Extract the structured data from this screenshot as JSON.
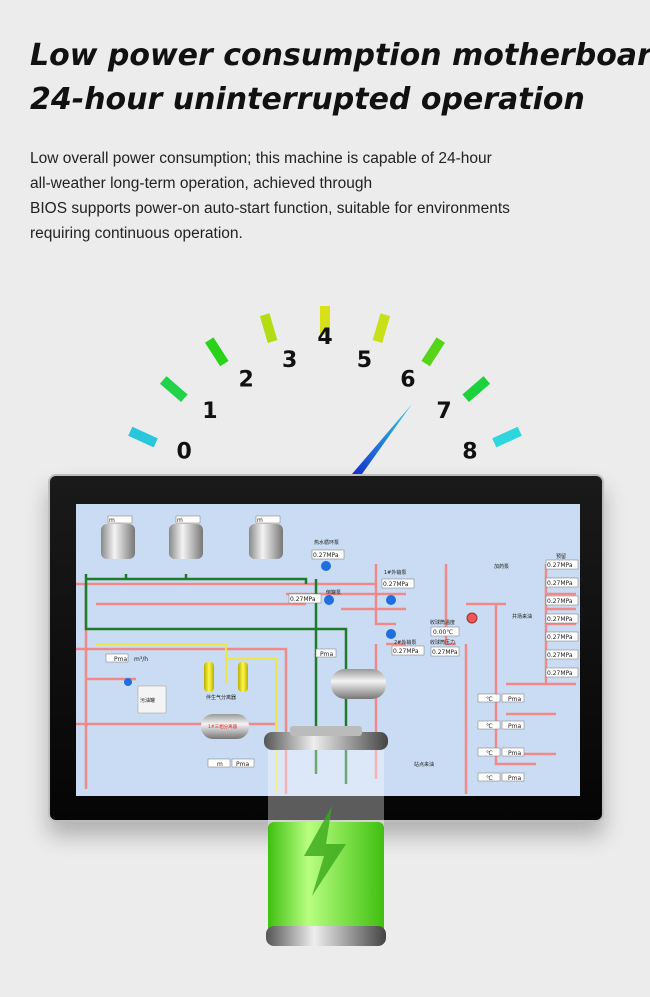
{
  "heading": {
    "line1": "Low power consumption motherboard",
    "line2": "24-hour uninterrupted operation"
  },
  "description": [
    "Low overall power consumption; this machine is capable of 24-hour",
    "all-weather long-term operation, achieved through",
    "BIOS supports power-on auto-start function, suitable for environments",
    "requiring continuous operation."
  ],
  "gauge": {
    "labels": [
      "0",
      "1",
      "2",
      "3",
      "4",
      "5",
      "6",
      "7",
      "8"
    ],
    "needle_value": 6.4,
    "colors": [
      "#29c7dc",
      "#22d24a",
      "#2ad21a",
      "#b4dc14",
      "#d8e018",
      "#c8e018",
      "#55d418",
      "#1cd23c",
      "#2ed6de"
    ]
  },
  "scada": {
    "pressure": "0.27MPa",
    "temp_zero": "0.00℃",
    "units": {
      "m": "m",
      "c": "℃",
      "pma": "Pma",
      "mh": "m³/h"
    },
    "labels": {
      "hot_pump": "热水循环泵",
      "pump1": "1#外输泵",
      "pump2": "2#外输泵",
      "transfer_pump": "倒罐泵",
      "dosing_pump": "加药泵",
      "reserved": "预留",
      "ball_temp": "收球筒温度",
      "ball_press": "收球筒压力",
      "well_oil": "井场来油",
      "station_oil": "站点来油",
      "waste_tank": "污油罐",
      "gas_sep": "伴生气分离器",
      "sep1": "1#三相分离器"
    }
  },
  "battery": {
    "level": 0.6,
    "color": "#6fe830"
  }
}
